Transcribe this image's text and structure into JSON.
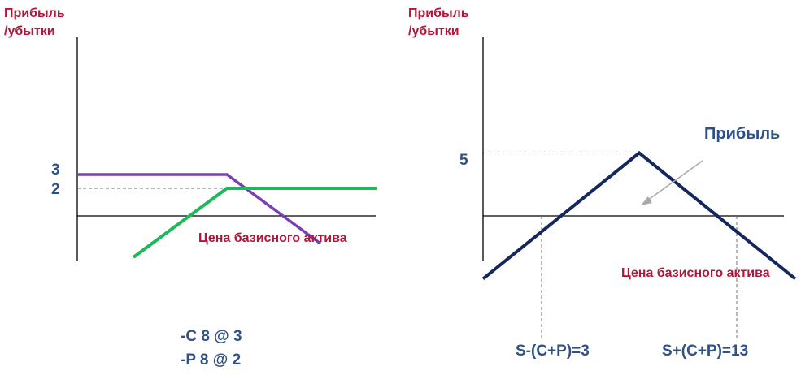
{
  "colors": {
    "axis_label": "#b0173a",
    "tick_text": "#2e5288",
    "call_line": "#7a3fb5",
    "put_line": "#1fb85a",
    "straddle_line": "#14285e",
    "axis": "#000000",
    "guide": "#707070",
    "arrow": "#a9a9a9"
  },
  "chart_data": [
    {
      "type": "line",
      "ylabel_lines": [
        "Прибыль",
        "/убытки"
      ],
      "xlabel": "Цена базисного актива",
      "yticks": [
        "3",
        "2"
      ],
      "ytick_values": [
        3,
        2
      ],
      "notes": [
        "-C 8 @ 3",
        "-P 8 @ 2"
      ],
      "series": [
        {
          "color_key": "call_line",
          "x": [
            0,
            8,
            13
          ],
          "y": [
            3,
            3,
            -2
          ]
        },
        {
          "color_key": "put_line",
          "x": [
            3,
            8,
            16
          ],
          "y": [
            -3,
            2,
            2
          ]
        }
      ]
    },
    {
      "type": "line",
      "ylabel_lines": [
        "Прибыль",
        "/убытки"
      ],
      "xlabel": "Цена базисного актива",
      "yticks": [
        "5"
      ],
      "ytick_values": [
        5
      ],
      "annotation": "Прибыль",
      "breakeven_labels": [
        "S-(C+P)=3",
        "S+(C+P)=13"
      ],
      "breakevens": [
        3,
        13
      ],
      "series": [
        {
          "color_key": "straddle_line",
          "x": [
            0,
            8,
            16
          ],
          "y": [
            -5,
            5,
            -5
          ]
        }
      ]
    }
  ]
}
